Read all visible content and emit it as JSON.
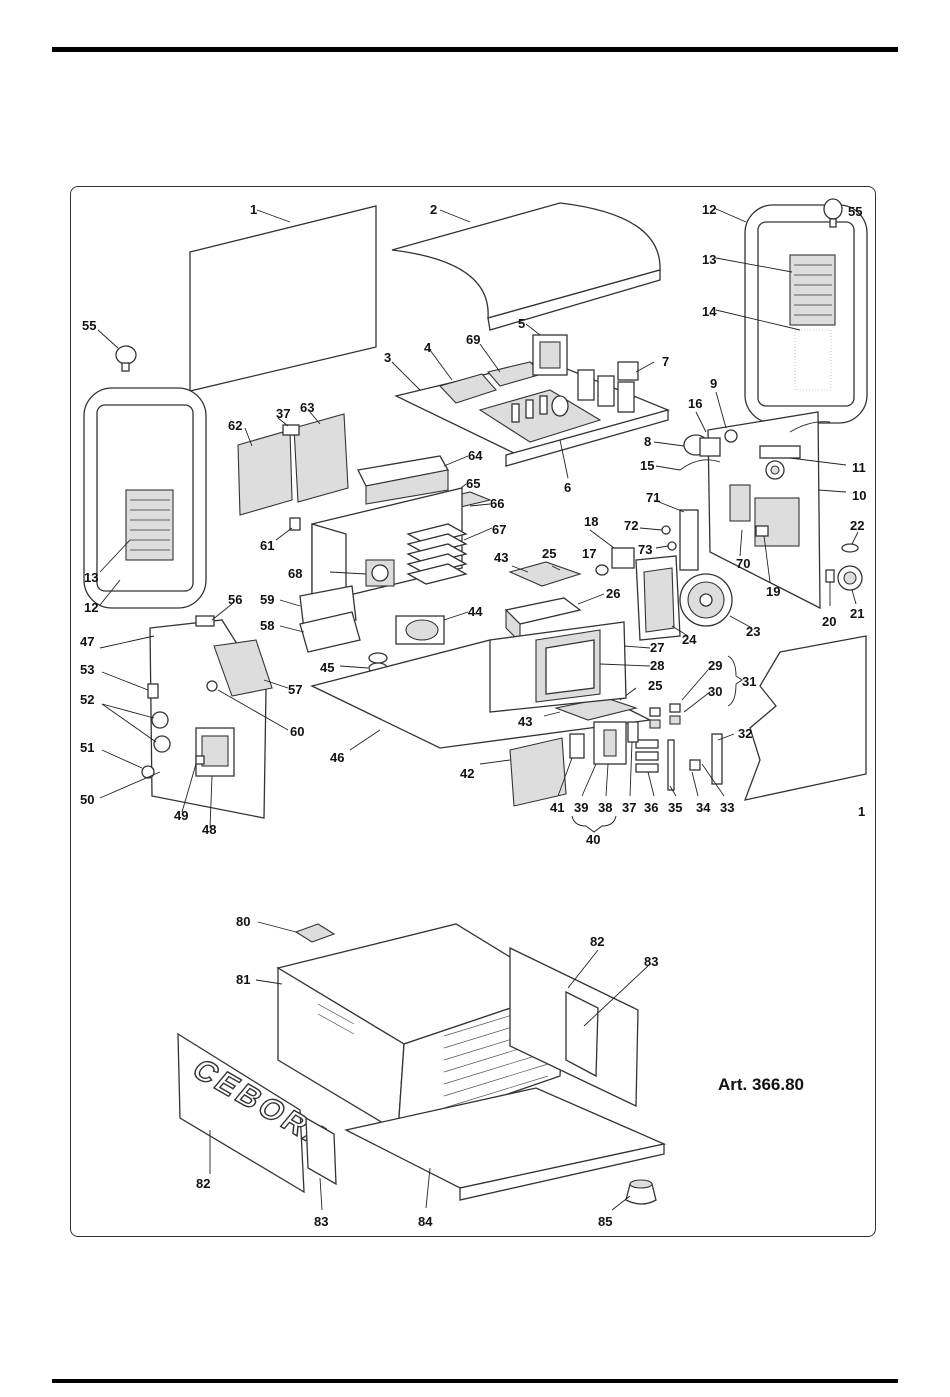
{
  "diagram": {
    "article_label": "Art. 366.80",
    "brand_text": "CEBORA",
    "callouts": [
      {
        "id": "c1a",
        "text": "1"
      },
      {
        "id": "c2",
        "text": "2"
      },
      {
        "id": "c3",
        "text": "3"
      },
      {
        "id": "c4",
        "text": "4"
      },
      {
        "id": "c5",
        "text": "5"
      },
      {
        "id": "c6",
        "text": "6"
      },
      {
        "id": "c7",
        "text": "7"
      },
      {
        "id": "c8",
        "text": "8"
      },
      {
        "id": "c9",
        "text": "9"
      },
      {
        "id": "c10",
        "text": "10"
      },
      {
        "id": "c11",
        "text": "11"
      },
      {
        "id": "c12a",
        "text": "12"
      },
      {
        "id": "c12b",
        "text": "12"
      },
      {
        "id": "c13a",
        "text": "13"
      },
      {
        "id": "c13b",
        "text": "13"
      },
      {
        "id": "c14",
        "text": "14"
      },
      {
        "id": "c15",
        "text": "15"
      },
      {
        "id": "c16",
        "text": "16"
      },
      {
        "id": "c17",
        "text": "17"
      },
      {
        "id": "c18",
        "text": "18"
      },
      {
        "id": "c19",
        "text": "19"
      },
      {
        "id": "c20",
        "text": "20"
      },
      {
        "id": "c21",
        "text": "21"
      },
      {
        "id": "c22",
        "text": "22"
      },
      {
        "id": "c23",
        "text": "23"
      },
      {
        "id": "c24",
        "text": "24"
      },
      {
        "id": "c25a",
        "text": "25"
      },
      {
        "id": "c25b",
        "text": "25"
      },
      {
        "id": "c26",
        "text": "26"
      },
      {
        "id": "c27",
        "text": "27"
      },
      {
        "id": "c28",
        "text": "28"
      },
      {
        "id": "c29",
        "text": "29"
      },
      {
        "id": "c30",
        "text": "30"
      },
      {
        "id": "c31",
        "text": "31"
      },
      {
        "id": "c32",
        "text": "32"
      },
      {
        "id": "c33",
        "text": "33"
      },
      {
        "id": "c34",
        "text": "34"
      },
      {
        "id": "c35",
        "text": "35"
      },
      {
        "id": "c36",
        "text": "36"
      },
      {
        "id": "c37a",
        "text": "37"
      },
      {
        "id": "c37b",
        "text": "37"
      },
      {
        "id": "c38",
        "text": "38"
      },
      {
        "id": "c39",
        "text": "39"
      },
      {
        "id": "c40",
        "text": "40"
      },
      {
        "id": "c41",
        "text": "41"
      },
      {
        "id": "c42",
        "text": "42"
      },
      {
        "id": "c43a",
        "text": "43"
      },
      {
        "id": "c43b",
        "text": "43"
      },
      {
        "id": "c44",
        "text": "44"
      },
      {
        "id": "c45",
        "text": "45"
      },
      {
        "id": "c46",
        "text": "46"
      },
      {
        "id": "c47",
        "text": "47"
      },
      {
        "id": "c48",
        "text": "48"
      },
      {
        "id": "c49",
        "text": "49"
      },
      {
        "id": "c50",
        "text": "50"
      },
      {
        "id": "c51",
        "text": "51"
      },
      {
        "id": "c52",
        "text": "52"
      },
      {
        "id": "c53",
        "text": "53"
      },
      {
        "id": "c55a",
        "text": "55"
      },
      {
        "id": "c55b",
        "text": "55"
      },
      {
        "id": "c56",
        "text": "56"
      },
      {
        "id": "c57",
        "text": "57"
      },
      {
        "id": "c58",
        "text": "58"
      },
      {
        "id": "c59",
        "text": "59"
      },
      {
        "id": "c60",
        "text": "60"
      },
      {
        "id": "c61",
        "text": "61"
      },
      {
        "id": "c62",
        "text": "62"
      },
      {
        "id": "c63",
        "text": "63"
      },
      {
        "id": "c64",
        "text": "64"
      },
      {
        "id": "c65",
        "text": "65"
      },
      {
        "id": "c66",
        "text": "66"
      },
      {
        "id": "c67",
        "text": "67"
      },
      {
        "id": "c68",
        "text": "68"
      },
      {
        "id": "c69",
        "text": "69"
      },
      {
        "id": "c70",
        "text": "70"
      },
      {
        "id": "c71",
        "text": "71"
      },
      {
        "id": "c72",
        "text": "72"
      },
      {
        "id": "c73",
        "text": "73"
      },
      {
        "id": "c1b",
        "text": "1"
      },
      {
        "id": "c80",
        "text": "80"
      },
      {
        "id": "c81",
        "text": "81"
      },
      {
        "id": "c82a",
        "text": "82"
      },
      {
        "id": "c82b",
        "text": "82"
      },
      {
        "id": "c83a",
        "text": "83"
      },
      {
        "id": "c83b",
        "text": "83"
      },
      {
        "id": "c84",
        "text": "84"
      },
      {
        "id": "c85",
        "text": "85"
      }
    ]
  }
}
